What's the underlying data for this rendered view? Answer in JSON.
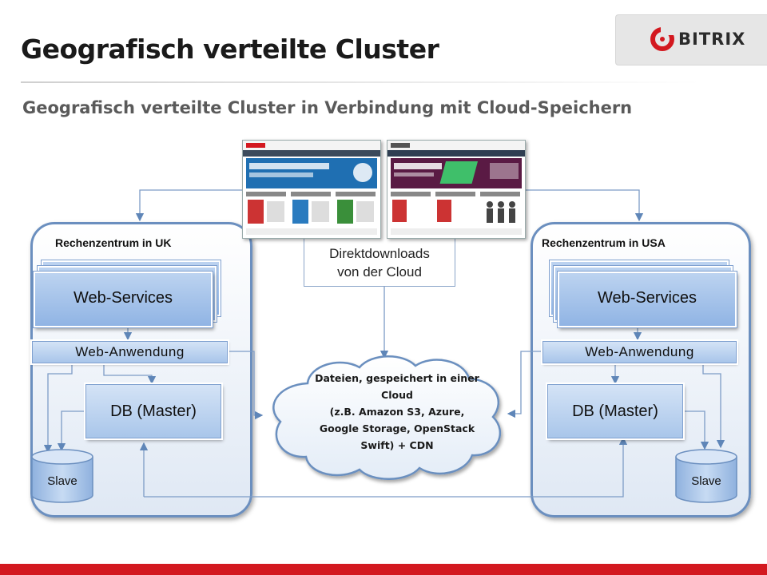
{
  "slide": {
    "title": "Geografisch verteilte Cluster",
    "subtitle": "Geografisch verteilte Cluster in Verbindung mit Cloud-Speichern",
    "logo_text": "BITRIX"
  },
  "left_datacenter": {
    "label": "Rechenzentrum in UK",
    "web_services": "Web-Services",
    "web_app": "Web-Anwendung",
    "db": "DB (Master)",
    "slave": "Slave"
  },
  "right_datacenter": {
    "label": "Rechenzentrum in USA",
    "web_services": "Web-Services",
    "web_app": "Web-Anwendung",
    "db": "DB (Master)",
    "slave": "Slave"
  },
  "downloads": {
    "line1": "Direktdownloads",
    "line2": "von der Cloud"
  },
  "cloud": {
    "line1": "Dateien, gespeichert in einer",
    "line2": "Cloud",
    "line3": "(z.B. Amazon S3, Azure,",
    "line4": "Google Storage, OpenStack",
    "line5": "Swift) + CDN"
  },
  "colors": {
    "accent_red": "#d3181f",
    "datacenter_border": "#6b8fbf",
    "box_fill": "#a8c5ea",
    "arrow": "#5f86b8"
  }
}
